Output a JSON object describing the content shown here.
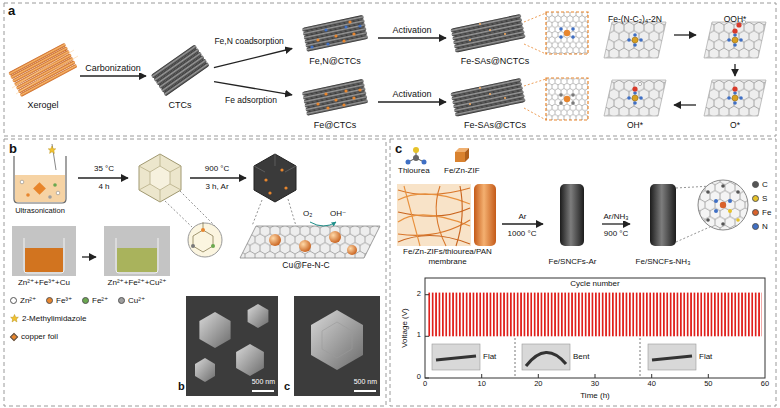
{
  "diagram": {
    "nodes": [
      {
        "text": [
          "Xerogel"
        ]
      },
      {
        "text": [
          "CTCs"
        ]
      },
      {
        "text": [
          "Fe,N@CTCs"
        ]
      },
      {
        "text": [
          "Fe@CTCs"
        ]
      },
      {
        "text": [
          "Fe-SAs@NCTCs"
        ]
      },
      {
        "text": [
          "Fe-SAs@CTCs"
        ]
      },
      {
        "text": [
          "Fe-(N-C₂)₄-2N"
        ]
      },
      {
        "text": [
          "OOH*"
        ]
      },
      {
        "text": [
          "OH*"
        ]
      },
      {
        "text": [
          "O*"
        ]
      },
      {
        "text": [
          "Zn²⁺+Fe³⁺+Cu"
        ]
      },
      {
        "text": [
          "Zn²⁺+Fe²⁺+Cu²⁺"
        ]
      },
      {
        "text": [
          "Fe/Zn-ZIFs/thiourea/PAN membrane"
        ]
      },
      {
        "text": [
          "Fe/SNCFs-Ar"
        ]
      },
      {
        "text": [
          "Fe/SNCFs-NH₃"
        ]
      }
    ],
    "edges": [
      {
        "from": 0,
        "to": 1,
        "arrow": "to",
        "label": "Carbonization"
      },
      {
        "from": 1,
        "to": 2,
        "arrow": "to",
        "label": "Fe,N coadsorption"
      },
      {
        "from": 1,
        "to": 3,
        "arrow": "to",
        "label": "Fe adsorption"
      },
      {
        "from": 2,
        "to": 4,
        "arrow": "to",
        "label": "Activation"
      },
      {
        "from": 3,
        "to": 5,
        "arrow": "to",
        "label": "Activation"
      },
      {
        "from": 6,
        "to": 7,
        "arrow": "to"
      },
      {
        "from": 7,
        "to": 9,
        "arrow": "to"
      },
      {
        "from": 9,
        "to": 8,
        "arrow": "to"
      },
      {
        "from": 10,
        "to": 11,
        "arrow": "to"
      },
      {
        "from": 12,
        "to": 13,
        "arrow": "to",
        "label": "Ar"
      },
      {
        "from": 13,
        "to": 14,
        "arrow": "to",
        "label": "Ar/NH₃"
      }
    ],
    "labels": [
      "a",
      "b",
      "Ultrasonication",
      "35 °C",
      "4 h",
      "900 °C",
      "3 h, Ar",
      "O₂",
      "OH⁻",
      "Cu@Fe-N-C",
      "b",
      "c",
      "500 nm",
      "500 nm",
      "c",
      "Thiourea",
      "Fe/Zn-ZIF",
      "1000 °C",
      "900 °C",
      "Cycle number",
      "Voltage (V)",
      "0",
      "1",
      "2",
      "0",
      "10",
      "20",
      "30",
      "40",
      "50",
      "60",
      "Flat",
      "Bent",
      "Flat",
      "Time (h)"
    ],
    "legend": [
      {
        "text": "Zn²⁺",
        "color": "#ffffff"
      },
      {
        "text": "Fe³⁺",
        "color": "#e8862e"
      },
      {
        "text": "Fe²⁺",
        "color": "#6aa84f"
      },
      {
        "text": "Cu²⁺",
        "color": "#9e9e9e"
      },
      {
        "text": "2-Methylimidazole"
      },
      {
        "text": "copper foil",
        "color": "#e8852a"
      },
      {
        "text": "C",
        "color": "#555555"
      },
      {
        "text": "S",
        "color": "#e6c229"
      },
      {
        "text": "Fe",
        "color": "#d9622b"
      },
      {
        "text": "N",
        "color": "#3f6fc4"
      }
    ]
  }
}
